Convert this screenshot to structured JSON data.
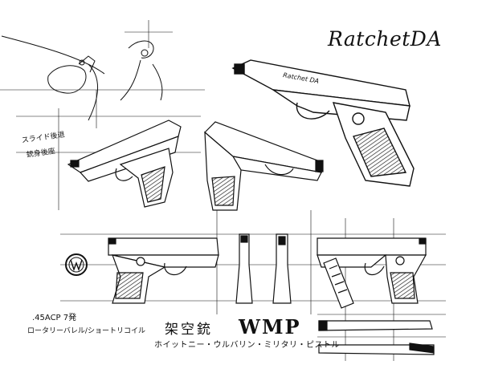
{
  "sheet": {
    "logo_text": "RatchetDA",
    "notes": [
      "スライド後退",
      "銃身後座"
    ],
    "caliber_text": ".45ACP 7発",
    "barrel_text": "ロータリーバレル/ショートリコイル",
    "fictional_label": "架空銃",
    "model_name": "WMP",
    "katakana_name": "ホイットニー・ウルバリン・ミリタリ・ピストル",
    "slide_engraving": "Ratchet DA"
  },
  "colors": {
    "ink": "#111111",
    "paper": "#ffffff",
    "grip_hatch": "#222222"
  },
  "icons": [
    "wm-emblem-icon",
    "pistol-drawing"
  ]
}
